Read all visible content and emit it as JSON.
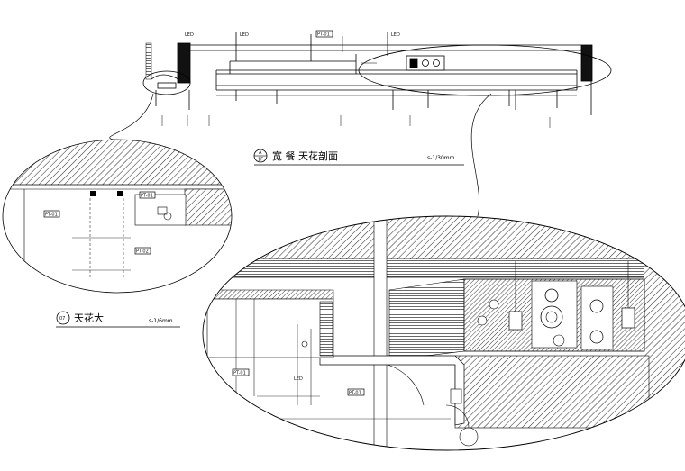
{
  "section": {
    "title": "宽 餐 天花剖面",
    "scale": "s-1/30mm",
    "badge_top": "A",
    "badge_bottom": "1F",
    "labels": {
      "led_1": "LED",
      "led_2": "LED",
      "led_3": "LED",
      "tag": "PT-01"
    }
  },
  "detail_small": {
    "title": "天花大",
    "scale": "s-1/6mm",
    "badge": "07",
    "labels": {
      "tag_1": "PT-01",
      "tag_2": "PT-01",
      "tag_3": "PT-02"
    }
  },
  "detail_large": {
    "labels": {
      "led": "LED",
      "tag_1": "PT-01",
      "tag_2": "PT-01"
    }
  },
  "colors": {
    "line": "#000000",
    "hatch": "#333333",
    "background": "#ffffff"
  }
}
